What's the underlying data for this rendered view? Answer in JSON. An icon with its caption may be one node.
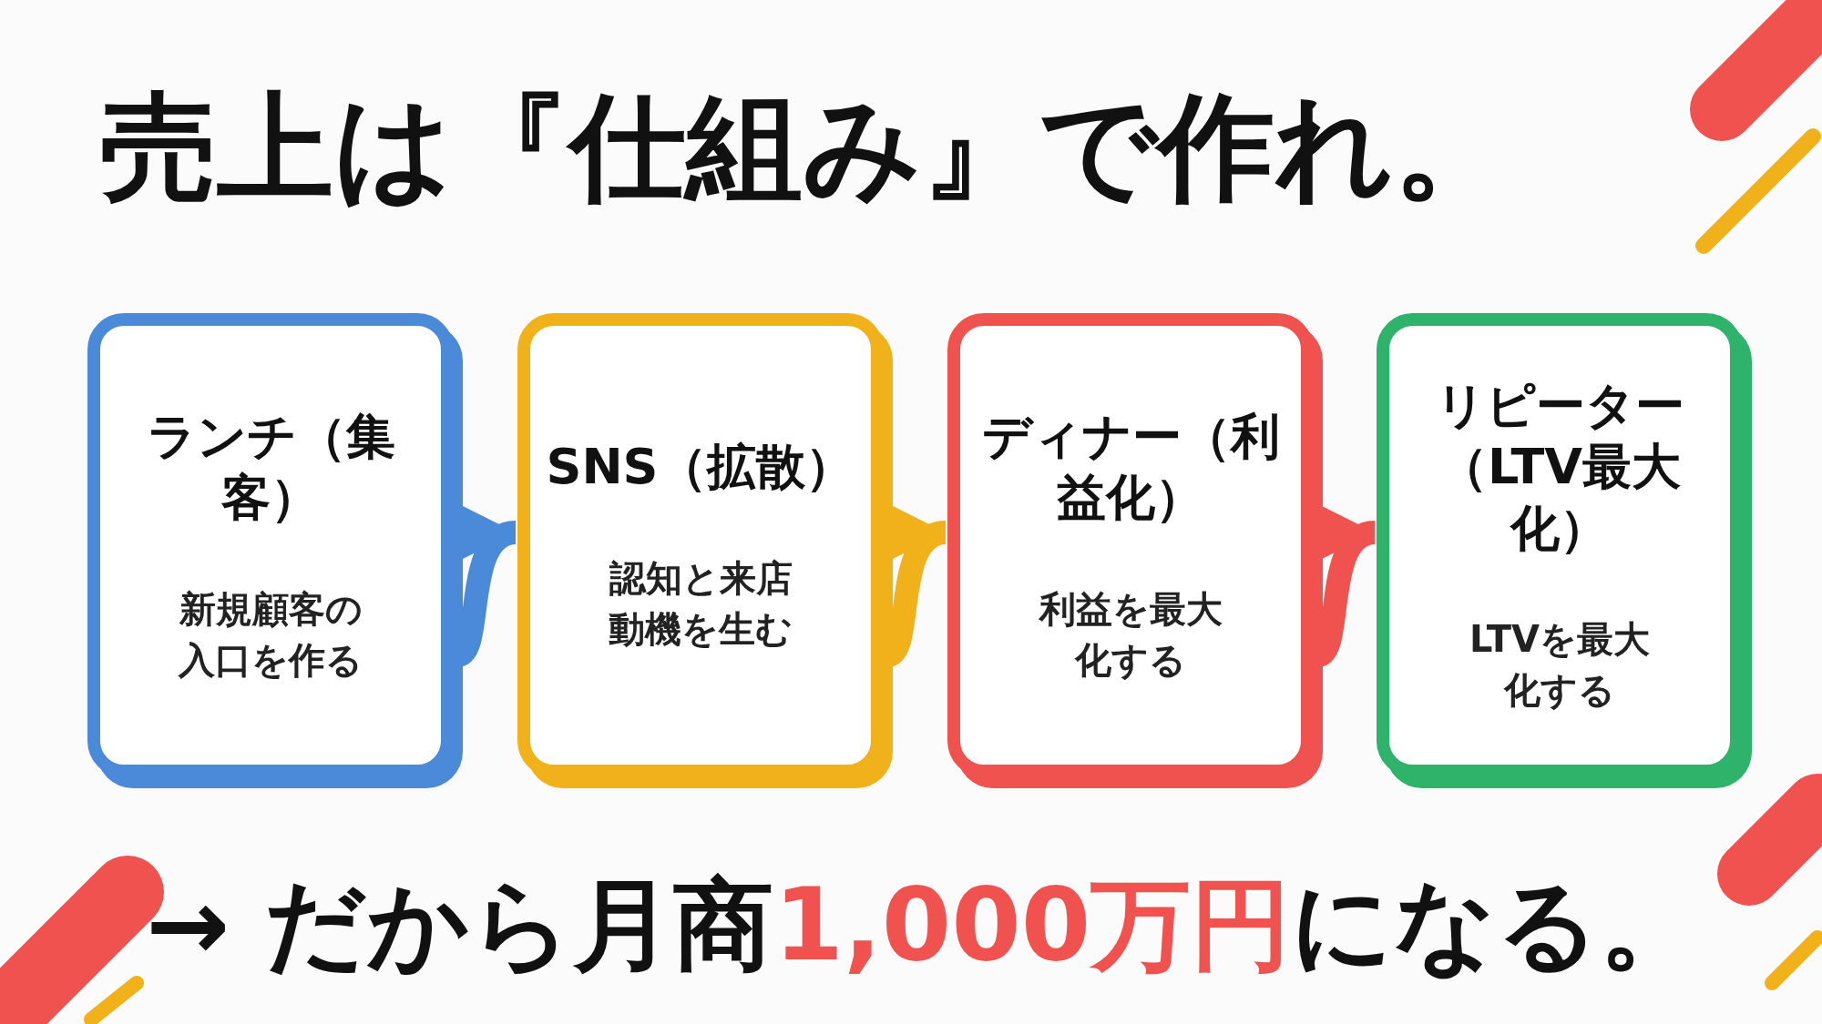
{
  "diagram": {
    "title": "売上は『仕組み』で作れ。",
    "nodes": [
      {
        "text": [
          "ランチ（集客）",
          "新規顧客の入口を作る"
        ]
      },
      {
        "text": [
          "SNS（拡散）",
          "認知と来店動機を生む"
        ]
      },
      {
        "text": [
          "ディナー（利益化）",
          "利益を最大化する"
        ]
      },
      {
        "text": [
          "リピーター（LTV最大化）",
          "LTVを最大化する"
        ]
      }
    ],
    "edges": [
      {
        "from": 0,
        "to": 1,
        "arrow": "to",
        "color": "#4a8ad8"
      },
      {
        "from": 1,
        "to": 2,
        "arrow": "to",
        "color": "#f0b11a"
      },
      {
        "from": 2,
        "to": 3,
        "arrow": "to",
        "color": "#f0524f"
      }
    ],
    "caption": "→ だから月商**1,000万円**になる。"
  }
}
